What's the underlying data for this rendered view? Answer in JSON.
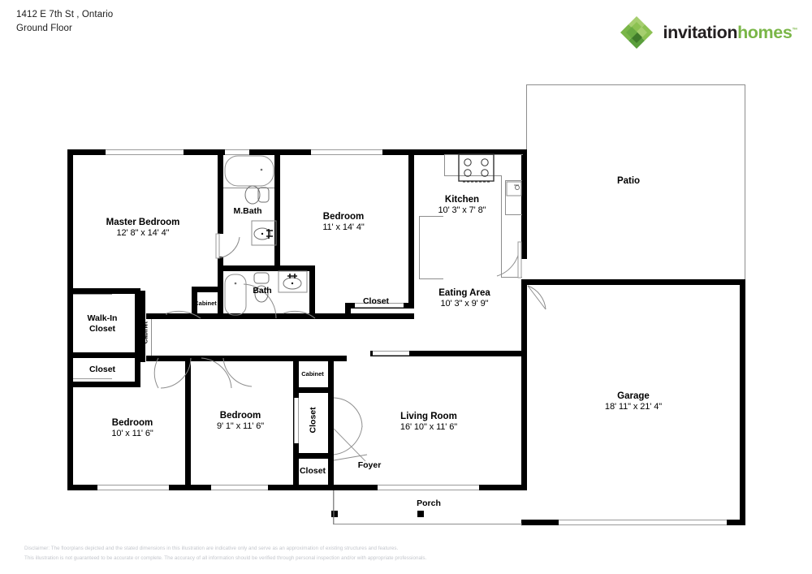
{
  "header": {
    "address": "1412 E 7th St , Ontario",
    "floor": "Ground Floor"
  },
  "logo": {
    "brand_part1": "invitation",
    "brand_part2": "homes",
    "trademark": "™",
    "mark_name": "invitation-homes-pinwheel",
    "colors": {
      "dark_green": "#4e8b3a",
      "mid_green": "#7ab648",
      "light_green": "#a6ce6f",
      "text_dark": "#231f20"
    }
  },
  "rooms": [
    {
      "id": "master-bedroom",
      "name": "Master Bedroom",
      "dim": "12' 8\" x 14' 4\""
    },
    {
      "id": "m-bath",
      "name": "M.Bath",
      "dim": ""
    },
    {
      "id": "bath",
      "name": "Bath",
      "dim": ""
    },
    {
      "id": "bedroom-2",
      "name": "Bedroom",
      "dim": "11' x 14' 4\""
    },
    {
      "id": "kitchen",
      "name": "Kitchen",
      "dim": "10' 3\" x 7' 8\""
    },
    {
      "id": "eating-area",
      "name": "Eating Area",
      "dim": "10' 3\" x 9' 9\""
    },
    {
      "id": "patio",
      "name": "Patio",
      "dim": ""
    },
    {
      "id": "garage",
      "name": "Garage",
      "dim": "18' 11\" x 21' 4\""
    },
    {
      "id": "walk-in-closet",
      "name": "Walk-In Closet",
      "dim": ""
    },
    {
      "id": "closet-left",
      "name": "Closet",
      "dim": ""
    },
    {
      "id": "bedroom-3",
      "name": "Bedroom",
      "dim": "10' x 11' 6\""
    },
    {
      "id": "bedroom-4",
      "name": "Bedroom",
      "dim": "9' 1\" x 11' 6\""
    },
    {
      "id": "closet-bed2",
      "name": "Closet",
      "dim": ""
    },
    {
      "id": "closet-hall",
      "name": "Closet",
      "dim": ""
    },
    {
      "id": "closet-foyer",
      "name": "Closet",
      "dim": ""
    },
    {
      "id": "living-room",
      "name": "Living Room",
      "dim": "16' 10\" x 11' 6\""
    },
    {
      "id": "foyer",
      "name": "Foyer",
      "dim": ""
    },
    {
      "id": "porch",
      "name": "Porch",
      "dim": ""
    },
    {
      "id": "cabinet-a",
      "name": "Cabinet",
      "dim": ""
    },
    {
      "id": "cabinet-b",
      "name": "Cabinet",
      "dim": ""
    },
    {
      "id": "cabinet-c",
      "name": "Cabinet",
      "dim": ""
    }
  ],
  "labels": {
    "master_bedroom_name": "Master Bedroom",
    "master_bedroom_dim": "12' 8\" x 14' 4\"",
    "mbath_name": "M.Bath",
    "bath_name": "Bath",
    "bedroom2_name": "Bedroom",
    "bedroom2_dim": "11' x 14' 4\"",
    "kitchen_name": "Kitchen",
    "kitchen_dim": "10' 3\" x 7' 8\"",
    "eating_name": "Eating Area",
    "eating_dim": "10' 3\" x 9' 9\"",
    "patio_name": "Patio",
    "garage_name": "Garage",
    "garage_dim": "18' 11\" x 21' 4\"",
    "walkin_name": "Walk-In Closet",
    "closet_left_name": "Closet",
    "bedroom3_name": "Bedroom",
    "bedroom3_dim": "10' x 11' 6\"",
    "bedroom4_name": "Bedroom",
    "bedroom4_dim": "9' 1\" x 11' 6\"",
    "closet_bed2_name": "Closet",
    "closet_hall_name": "Closet",
    "closet_foyer_name": "Closet",
    "living_name": "Living Room",
    "living_dim": "16' 10\" x 11' 6\"",
    "foyer_name": "Foyer",
    "porch_name": "Porch",
    "cabinet_a_name": "Cabinet",
    "cabinet_b_name": "Cabinet",
    "cabinet_c_name": "Cabinet"
  },
  "fixtures": [
    {
      "name": "bathtub-mbath",
      "type": "bathtub"
    },
    {
      "name": "toilet-mbath",
      "type": "toilet"
    },
    {
      "name": "sink-mbath",
      "type": "sink"
    },
    {
      "name": "bathtub-bath",
      "type": "bathtub"
    },
    {
      "name": "toilet-bath",
      "type": "toilet"
    },
    {
      "name": "sink-bath",
      "type": "sink"
    },
    {
      "name": "stove-kitchen",
      "type": "range-cooktop"
    },
    {
      "name": "sink-kitchen",
      "type": "kitchen-sink"
    },
    {
      "name": "counter-kitchen",
      "type": "countertop"
    }
  ],
  "disclaimer": {
    "line1": "Disclaimer: The floorplans depicted and the stated dimensions in this illustration are indicative only and serve as an approximation of existing structures and features.",
    "line2": "This illustration is not guaranteed to be accurate or complete. The accuracy of all information should be verified through personal inspection and/or with appropriate professionals."
  }
}
